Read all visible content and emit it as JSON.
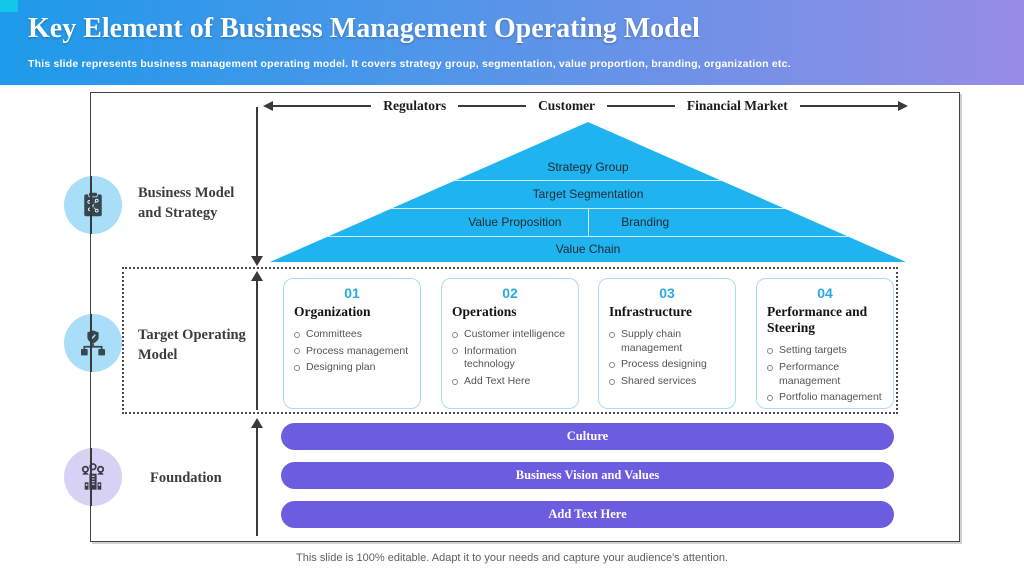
{
  "header": {
    "title": "Key Element of Business Management Operating Model",
    "subtitle": "This slide represents  business management operating model. It covers strategy group, segmentation, value proportion, branding, organization etc."
  },
  "top_axis": {
    "labels": [
      "Regulators",
      "Customer",
      "Financial Market"
    ]
  },
  "pyramid": {
    "layers": [
      "Strategy Group",
      "Target Segmentation",
      "Value Proposition",
      "Branding",
      "Value Chain"
    ]
  },
  "sections": [
    {
      "label": "Business Model and Strategy",
      "icon": "clipboard-strategy-icon"
    },
    {
      "label": "Target Operating Model",
      "icon": "org-structure-icon"
    },
    {
      "label": "Foundation",
      "icon": "team-building-icon"
    }
  ],
  "cards": [
    {
      "number": "01",
      "title": "Organization",
      "bullets": [
        "Committees",
        "Process management",
        "Designing  plan"
      ]
    },
    {
      "number": "02",
      "title": "Operations",
      "bullets": [
        "Customer intelligence",
        "Information technology",
        "Add Text Here"
      ]
    },
    {
      "number": "03",
      "title": "Infrastructure",
      "bullets": [
        "Supply chain management",
        "Process designing",
        "Shared services"
      ]
    },
    {
      "number": "04",
      "title": "Performance and Steering",
      "bullets": [
        "Setting targets",
        "Performance management",
        "Portfolio management"
      ]
    }
  ],
  "foundation_bars": [
    "Culture",
    "Business Vision and Values",
    "Add Text Here"
  ],
  "footer": {
    "text": "This slide is 100% editable. Adapt it to your needs and capture your audience's attention."
  },
  "colors": {
    "header_gradient_left": "#1E9AEA",
    "header_gradient_right": "#978CE5",
    "pyramid_blue": "#1FB4F0",
    "card_number_cyan": "#29ABE2",
    "bar_purple": "#6C5CE0",
    "icon_circle_blue": "#A9DEF8",
    "icon_circle_purple": "#D7D2F3"
  }
}
